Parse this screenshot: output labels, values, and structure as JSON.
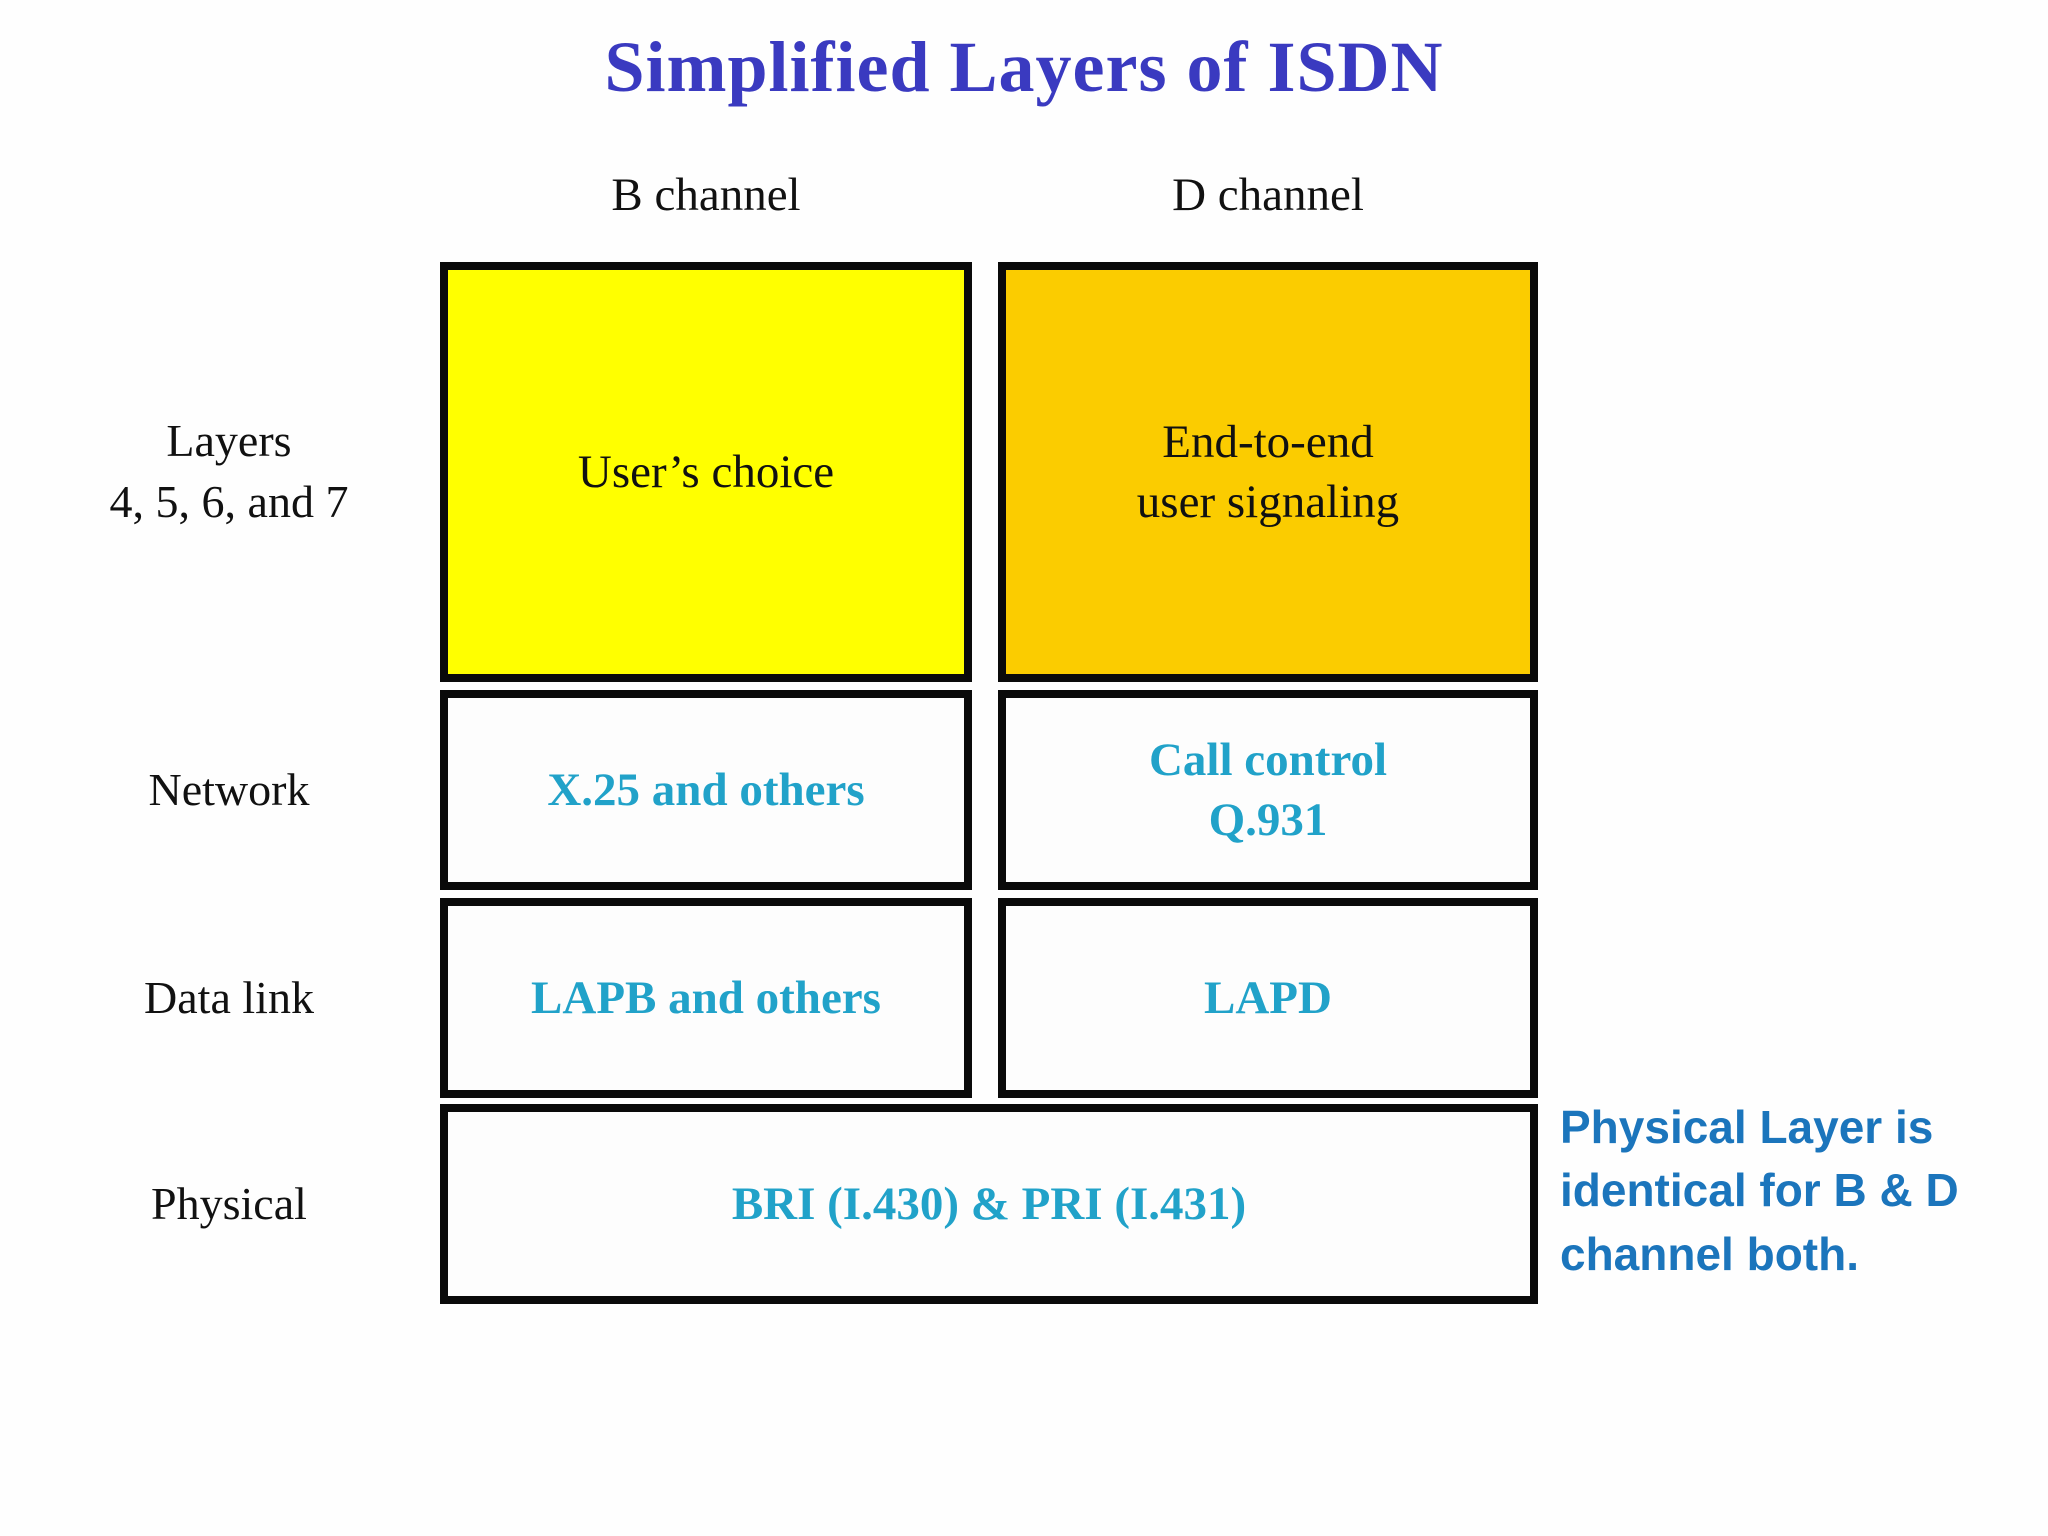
{
  "title": "Simplified Layers of ISDN",
  "columns": {
    "b_header": "B channel",
    "d_header": "D channel"
  },
  "row_labels": {
    "upper_layers": "Layers\n4, 5, 6, and 7",
    "network": "Network",
    "data_link": "Data link",
    "physical": "Physical"
  },
  "cells": {
    "b_upper": "User’s choice",
    "d_upper": "End-to-end\nuser signaling",
    "b_network": "X.25 and others",
    "d_network": "Call control\nQ.931",
    "b_data_link": "LAPB and others",
    "d_data_link": "LAPD",
    "physical_shared": "BRI (I.430) & PRI (I.431)"
  },
  "note": "Physical Layer is\nidentical for B & D\nchannel both.",
  "colors": {
    "title_blue": "#3a3ac0",
    "b_upper_fill_yellow": "#ffff00",
    "d_upper_fill_gold": "#fbcc00",
    "protocol_text_cyan": "#21a2c9",
    "note_blue": "#1b75bc",
    "box_border_black": "#0a0a0a",
    "label_text_black": "#111111"
  }
}
